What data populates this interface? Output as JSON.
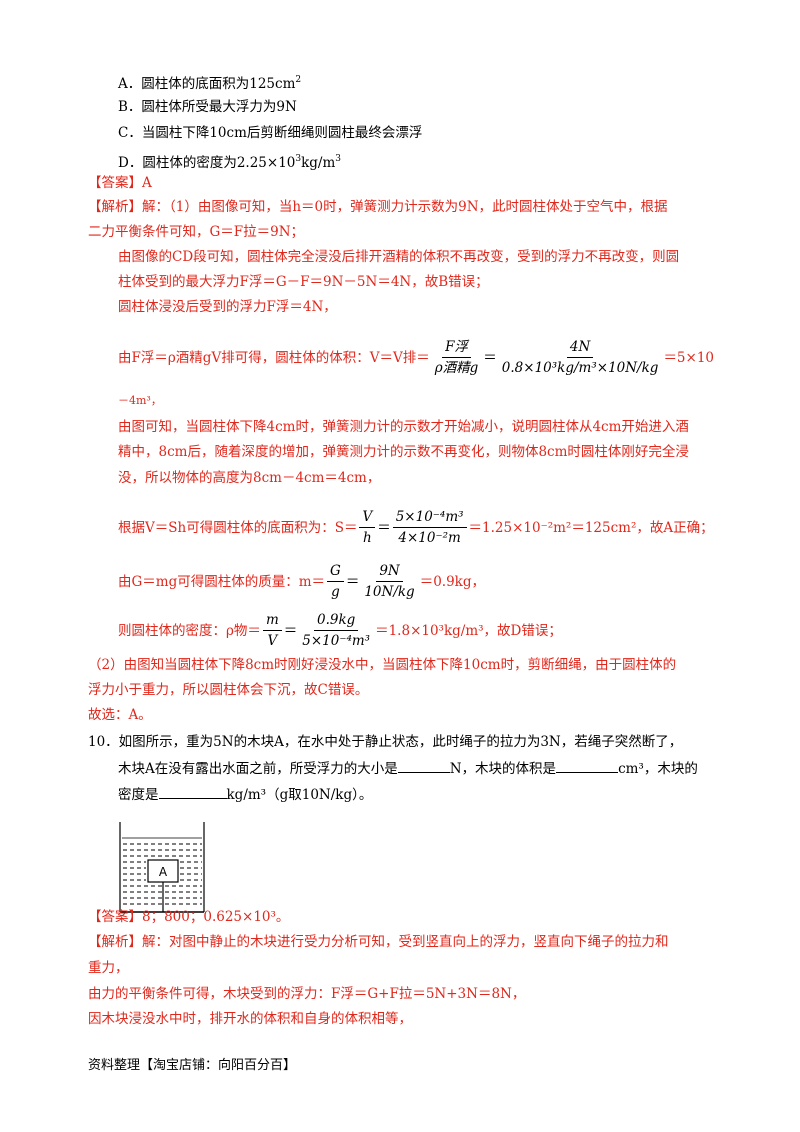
{
  "options": {
    "a": "A．圆柱体的底面积为125cm",
    "a_sup": "2",
    "b": "B．圆柱体所受最大浮力为9N",
    "c": "C．当圆柱下降10cm后剪断细绳则圆柱最终会漂浮",
    "d_pre": "D．圆柱体的密度为2.25×10",
    "d_sup": "3",
    "d_mid": "kg/m",
    "d_sup2": "3"
  },
  "answer": {
    "label": "【答案】",
    "value": "A"
  },
  "analysis": {
    "l1_label": "【解析】",
    "l1": "解：（1）由图像可知，当h＝0时，弹簧测力计示数为9N，此时圆柱体处于空气中，根据",
    "l2": "二力平衡条件可知，G＝F拉＝9N；",
    "l3": "由图像的CD段可知，圆柱体完全浸没后排开酒精的体积不再改变，受到的浮力不再改变，则圆",
    "l4": "柱体受到的最大浮力F浮＝G－F＝9N－5N＝4N，故B错误；",
    "l5": "圆柱体浸没后受到的浮力F浮＝4N，",
    "l6_pre": "由F浮＝ρ酒精gV排可得，圆柱体的体积：V＝V排＝",
    "f1_num": "F浮",
    "f1_den": "ρ酒精g",
    "f2_num": "4N",
    "f2_den": "0.8×10³kg/m³×10N/kg",
    "l6_post": "＝5×10",
    "l7": "－4m³，",
    "l8": "由图可知，当圆柱体下降4cm时，弹簧测力计的示数才开始减小，说明圆柱体从4cm开始进入酒",
    "l9": "精中，8cm后，随着深度的增加，弹簧测力计的示数不再变化，则物体8cm时圆柱体刚好完全浸",
    "l10": "没，所以物体的高度为8cm－4cm＝4cm，",
    "l11_pre": "根据V＝Sh可得圆柱体的底面积为：S＝",
    "f3_num": "V",
    "f3_den": "h",
    "f4_num": "5×10⁻⁴m³",
    "f4_den": "4×10⁻²m",
    "l11_post": "＝1.25×10⁻²m²＝125cm²，故A正确；",
    "l12_pre": "由G＝mg可得圆柱体的质量：m＝",
    "f5_num": "G",
    "f5_den": "g",
    "f6_num": "9N",
    "f6_den": "10N/kg",
    "l12_post": "＝0.9kg，",
    "l13_pre": "则圆柱体的密度：ρ物＝",
    "f7_num": "m",
    "f7_den": "V",
    "f8_num": "0.9kg",
    "f8_den": "5×10⁻⁴m³",
    "l13_post": "＝1.8×10³kg/m³，故D错误；",
    "l14": "（2）由图知当圆柱体下降8cm时刚好浸没水中，当圆柱体下降10cm时，剪断细绳，由于圆柱体的",
    "l15": "浮力小于重力，所以圆柱体会下沉，故C错误。",
    "l16": "故选：A。"
  },
  "q10": {
    "l1": "10．如图所示，重为5N的木块A，在水中处于静止状态，此时绳子的拉力为3N，若绳子突然断了，",
    "l2a": "木块A在没有露出水面之前，所受浮力的大小是",
    "l2b": "N，木块的体积是",
    "l2c": "cm³，木块的",
    "l3a": "密度是",
    "l3b": "kg/m³（g取10N/kg）。",
    "figure_label": "A"
  },
  "answer2": {
    "label": "【答案】",
    "value": "8；800；0.625×10³。"
  },
  "analysis2": {
    "label": "【解析】",
    "l1": "解：对图中静止的木块进行受力分析可知，受到竖直向上的浮力，竖直向下绳子的拉力和",
    "l2": "重力，",
    "l3": "由力的平衡条件可得，木块受到的浮力：F浮＝G+F拉＝5N+3N＝8N，",
    "l4": "因木块浸没水中时，排开水的体积和自身的体积相等，"
  },
  "footer": "资料整理【淘宝店铺：向阳百分百】"
}
